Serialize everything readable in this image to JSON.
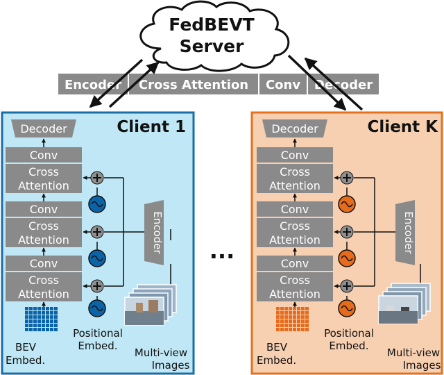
{
  "server": {
    "line1": "FedBEVT",
    "line2": "Server"
  },
  "shared_bar": {
    "segments": [
      "Encoder",
      "Cross Attention",
      "Conv",
      "Decoder"
    ]
  },
  "clients": [
    {
      "title": "Client 1",
      "panel_fill": "#bfe7f5",
      "accent": "#0b64a8",
      "decoder": "Decoder",
      "conv": "Conv",
      "cross1": "Cross",
      "cross2": "Attention",
      "encoder": "Encoder",
      "positional1": "Positional",
      "positional2": "Embed.",
      "bev1": "BEV",
      "bev2": "Embed.",
      "mv1": "Multi-view",
      "mv2": "Images"
    },
    {
      "title": "Client K",
      "panel_fill": "#f7cfb1",
      "accent": "#e66b1a",
      "decoder": "Decoder",
      "conv": "Conv",
      "cross1": "Cross",
      "cross2": "Attention",
      "encoder": "Encoder",
      "positional1": "Positional",
      "positional2": "Embed.",
      "bev1": "BEV",
      "bev2": "Embed.",
      "mv1": "Multi-view",
      "mv2": "Images"
    }
  ],
  "ellipsis": "...",
  "colors": {
    "block": "#8a8a8a",
    "block_text": "#ffffff",
    "plus": "#8f8f8f",
    "client1_border": "#1a6ea8",
    "clientk_border": "#e5701d"
  }
}
